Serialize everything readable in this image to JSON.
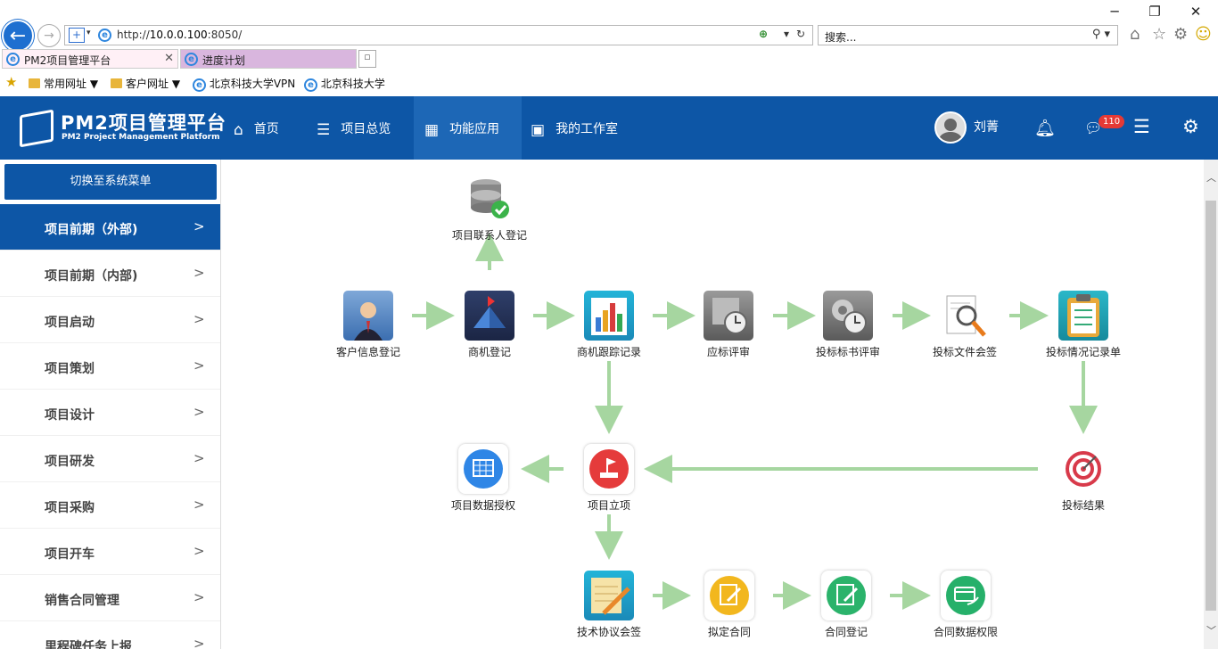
{
  "browser": {
    "minimize": "─",
    "restore": "❐",
    "close": "✕",
    "url_prefix": "http://",
    "url_host": "10.0.0.100",
    "url_port": ":8050/",
    "search_placeholder": "搜索...",
    "tabs": [
      {
        "label": "PM2项目管理平台"
      },
      {
        "label": "进度计划"
      }
    ],
    "favorites": [
      {
        "label": "常用网址",
        "dropdown": "▼"
      },
      {
        "label": "客户网址",
        "dropdown": "▼"
      },
      {
        "label": "北京科技大学VPN"
      },
      {
        "label": "北京科技大学"
      }
    ]
  },
  "app": {
    "logo_title": "PM2项目管理平台",
    "logo_subtitle": "PM2 Project Management Platform",
    "nav": [
      {
        "label": "首页",
        "icon": "home-icon",
        "glyph": "⌂"
      },
      {
        "label": "项目总览",
        "icon": "list-icon",
        "glyph": "☰"
      },
      {
        "label": "功能应用",
        "icon": "grid-icon",
        "glyph": "▦"
      },
      {
        "label": "我的工作室",
        "icon": "briefcase-icon",
        "glyph": "▣"
      }
    ],
    "user_name": "刘菁",
    "message_badge": "110",
    "accent_color": "#0d56a6",
    "arrow_color": "#a6d6a0"
  },
  "sidebar": {
    "switch_label": "切换至系统菜单",
    "items": [
      {
        "label": "项目前期（外部)",
        "active": true
      },
      {
        "label": "项目前期（内部)"
      },
      {
        "label": "项目启动"
      },
      {
        "label": "项目策划"
      },
      {
        "label": "项目设计"
      },
      {
        "label": "项目研发"
      },
      {
        "label": "项目采购"
      },
      {
        "label": "项目开车"
      },
      {
        "label": "销售合同管理"
      },
      {
        "label": "里程碑任务上报"
      }
    ]
  },
  "flow": {
    "contact": "项目联系人登记",
    "customer": "客户信息登记",
    "opportunity": "商机登记",
    "tracking": "商机跟踪记录",
    "bid_review": "应标评审",
    "bid_doc_review": "投标标书评审",
    "bid_sign": "投标文件会签",
    "bid_record": "投标情况记录单",
    "data_auth": "项目数据授权",
    "project_setup": "项目立项",
    "bid_result": "投标结果",
    "tech_agreement": "技术协议会签",
    "draft_contract": "拟定合同",
    "contract_register": "合同登记",
    "contract_permission": "合同数据权限"
  }
}
